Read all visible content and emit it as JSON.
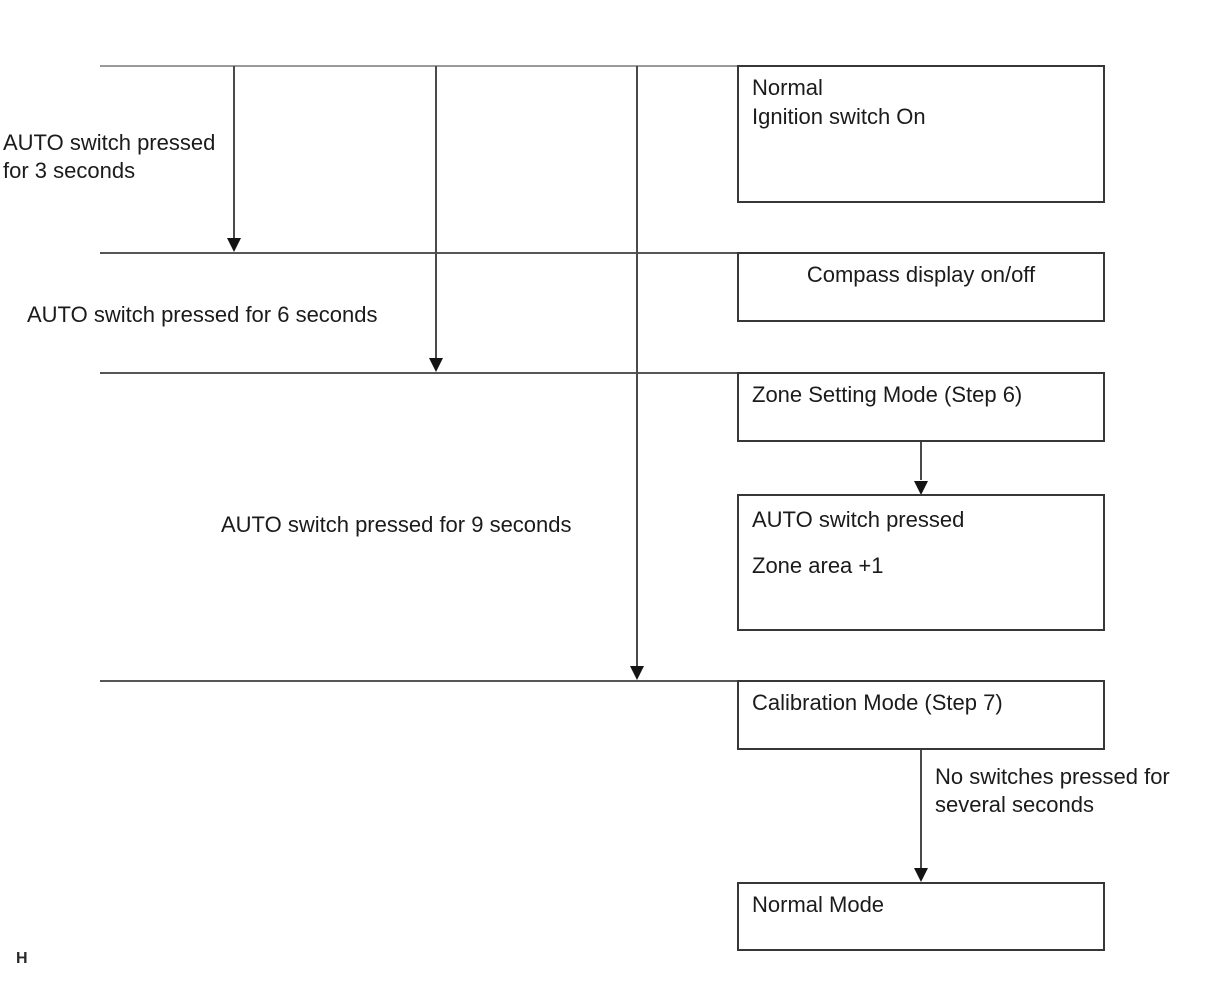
{
  "boxes": {
    "normal": {
      "line1": "Normal",
      "line2": "Ignition switch On"
    },
    "compass": {
      "label": "Compass display on/off"
    },
    "zone_setting": {
      "label": "Zone Setting Mode (Step 6)"
    },
    "zone_area": {
      "line1": "AUTO switch pressed",
      "line2": "Zone area +1"
    },
    "calibration": {
      "label": "Calibration Mode (Step 7)"
    },
    "normal_mode": {
      "label": "Normal Mode"
    }
  },
  "labels": {
    "press_3s": {
      "line1": "AUTO switch pressed",
      "line2": "for 3 seconds"
    },
    "press_6s": "AUTO switch pressed for 6 seconds",
    "press_9s": "AUTO switch pressed for 9 seconds",
    "no_switches": {
      "line1": "No switches pressed for",
      "line2": "several seconds"
    },
    "footer_mark": "H"
  },
  "colors": {
    "top_rule": "#9a9a9a",
    "rule": "#565656",
    "box_border": "#373737",
    "arrowhead": "#141414",
    "text": "#1b1b1b"
  }
}
